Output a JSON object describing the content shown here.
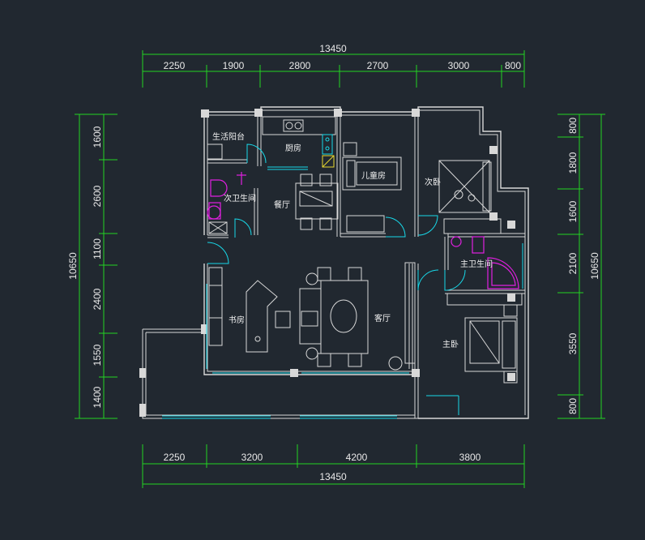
{
  "dimensions": {
    "top_total": "13450",
    "top_segments": [
      "2250",
      "1900",
      "2800",
      "2700",
      "3000",
      "800"
    ],
    "bottom_total": "13450",
    "bottom_segments": [
      "2250",
      "3200",
      "4200",
      "3800"
    ],
    "left_total": "10650",
    "left_segments": [
      "1600",
      "2600",
      "1100",
      "2400",
      "1550",
      "1400"
    ],
    "right_total": "10650",
    "right_segments": [
      "800",
      "1800",
      "1600",
      "2100",
      "3550",
      "800"
    ]
  },
  "rooms": {
    "laundry_balcony": "生活阳台",
    "kitchen": "厨房",
    "second_bathroom": "次卫生间",
    "dining": "餐厅",
    "kids_room": "儿童房",
    "second_bedroom": "次卧",
    "master_bathroom": "主卫生间",
    "study": "书房",
    "living_room": "客厅",
    "master_bedroom": "主卧"
  },
  "colors": {
    "background": "#212830",
    "dimension_lines": "#22d422",
    "walls": "#d8d8d8",
    "windows": "#18d8e8",
    "sanitary": "#e020e0"
  }
}
